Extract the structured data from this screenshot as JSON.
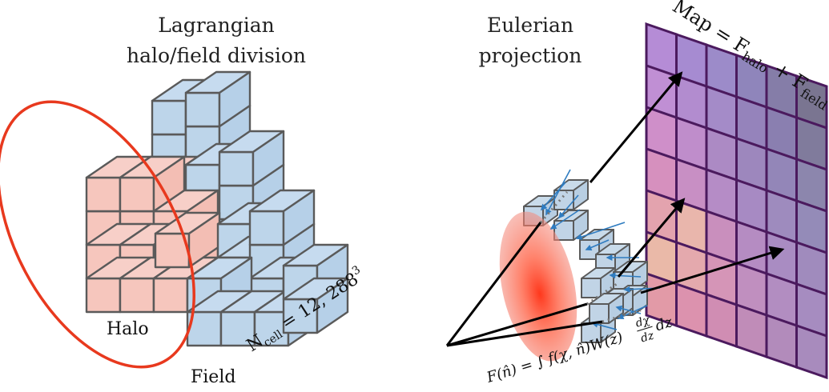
{
  "left_panel": {
    "title_line1": "Lagrangian",
    "title_line2": "halo/field division",
    "halo_label": "Halo",
    "field_label": "Field",
    "ncell_label": "N",
    "ncell_subscript": "cell",
    "ncell_value": " = 12, 288",
    "ncell_exponent": "3"
  },
  "right_panel": {
    "title_line1": "Eulerian",
    "title_line2": "projection",
    "map_label": "Map = F",
    "map_sub1": "halo",
    "map_plus": " + F",
    "map_sub2": "field",
    "integral_lhs": "F(n̂) = ∫ f(χ, n̂)W(z)",
    "integral_frac_num": "dχ",
    "integral_frac_den": "dz",
    "integral_tail": "dz"
  },
  "colors": {
    "halo_ellipse": "#e8391e",
    "halo_cube": "#f6c6bd",
    "field_cube": "#bdd5ea",
    "map_border": "#4b1a5e",
    "arrow": "#000000",
    "small_arrow": "#2f7cc0"
  },
  "icons": [
    "cube-icon",
    "arrow-icon",
    "ellipse-icon"
  ]
}
